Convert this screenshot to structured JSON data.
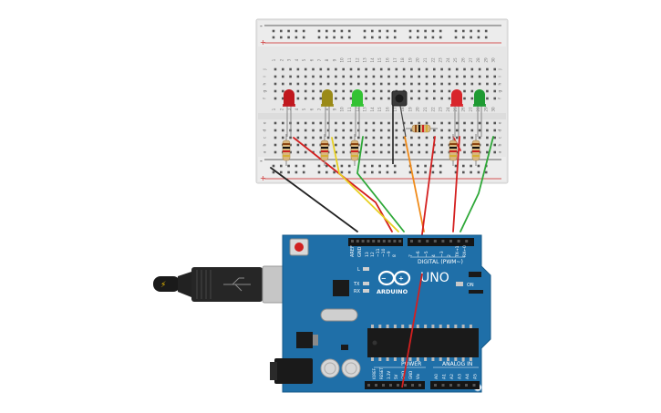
{
  "breadboard": {
    "rail_plus": "+",
    "rail_minus": "-",
    "row_letters_top": [
      "j",
      "i",
      "h",
      "g",
      "f"
    ],
    "row_letters_bottom": [
      "e",
      "d",
      "c",
      "b",
      "a"
    ],
    "column_numbers": [
      "1",
      "2",
      "3",
      "4",
      "5",
      "6",
      "7",
      "8",
      "9",
      "10",
      "11",
      "12",
      "13",
      "14",
      "15",
      "16",
      "17",
      "18",
      "19",
      "20",
      "21",
      "22",
      "23",
      "24",
      "25",
      "26",
      "27",
      "28",
      "29",
      "30"
    ]
  },
  "components": {
    "leds": [
      {
        "color_name": "red",
        "color": "#c0181e"
      },
      {
        "color_name": "yellow",
        "color": "#9a8a18"
      },
      {
        "color_name": "green",
        "color": "#33c233"
      },
      {
        "color_name": "red",
        "color": "#d8252b"
      },
      {
        "color_name": "green",
        "color": "#1f9a32"
      }
    ],
    "pushbutton": "pushbutton",
    "resistor_count": 6
  },
  "wires": [
    {
      "color": "#222222"
    },
    {
      "color": "#d42020"
    },
    {
      "color": "#e8d020"
    },
    {
      "color": "#2ea838"
    },
    {
      "color": "#f08a18"
    },
    {
      "color": "#d42020"
    },
    {
      "color": "#d42020"
    },
    {
      "color": "#2ea838"
    },
    {
      "color": "#d42020"
    }
  ],
  "arduino": {
    "brand": "ARDUINO",
    "model": "UNO",
    "digital_label": "DIGITAL (PWM~)",
    "power_label": "POWER",
    "analog_label": "ANALOG IN",
    "on_label": "ON",
    "led_l": "L",
    "led_tx": "TX",
    "led_rx": "RX",
    "aref": "AREF",
    "gnd": "GND",
    "digital_pins": [
      "13",
      "12",
      "~11",
      "~10",
      "~9",
      "8",
      "7",
      "~6",
      "~5",
      "4",
      "~3",
      "2",
      "TX→1",
      "RX←0"
    ],
    "power_pins": [
      "IOREF",
      "RESET",
      "3.3V",
      "5V",
      "GND",
      "GND",
      "Vin"
    ],
    "analog_pins": [
      "A0",
      "A1",
      "A2",
      "A3",
      "A4",
      "A5"
    ],
    "board_color": "#1f6fa8"
  }
}
